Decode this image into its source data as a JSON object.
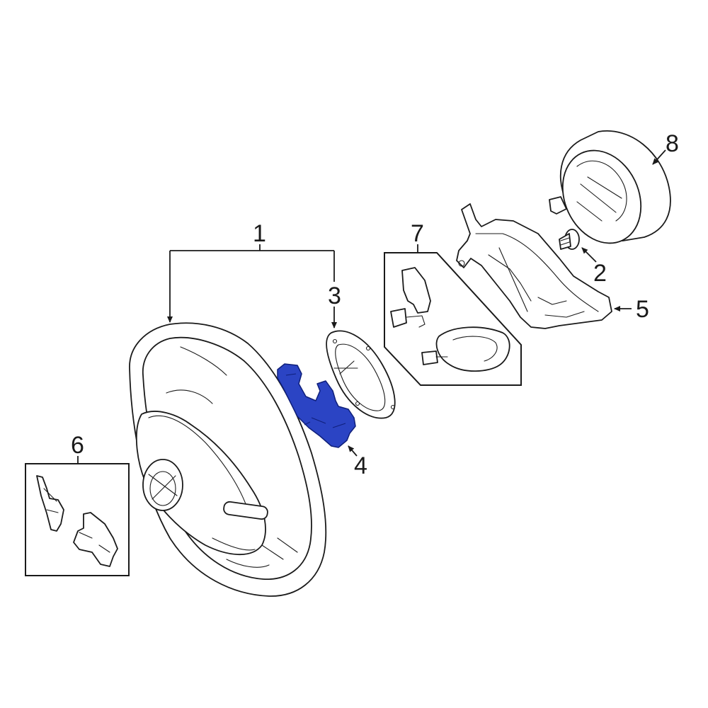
{
  "callouts": {
    "c1": "1",
    "c2": "2",
    "c3": "3",
    "c4": "4",
    "c5": "5",
    "c6": "6",
    "c7": "7",
    "c8": "8"
  },
  "colors": {
    "highlight": "#2b44c4",
    "line": "#1a1a1a",
    "background": "#ffffff"
  }
}
